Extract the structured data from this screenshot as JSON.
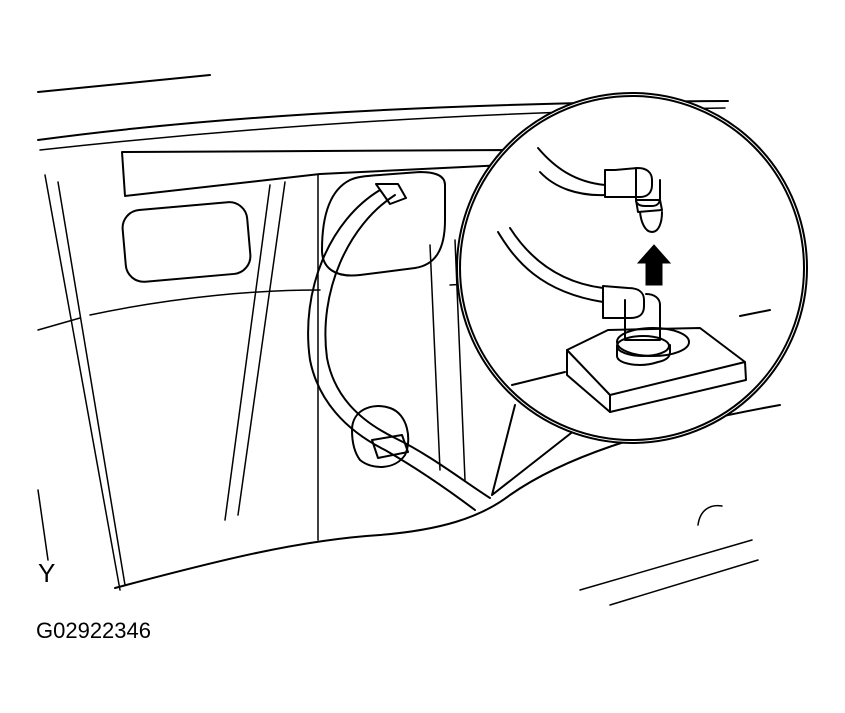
{
  "labels": {
    "view_label": "Y",
    "figure_id": "G02922346"
  },
  "colors": {
    "line": "#000000",
    "background": "#ffffff"
  },
  "icons": {
    "callout": "magnifier-circle",
    "arrow": "arrow-up-icon"
  }
}
